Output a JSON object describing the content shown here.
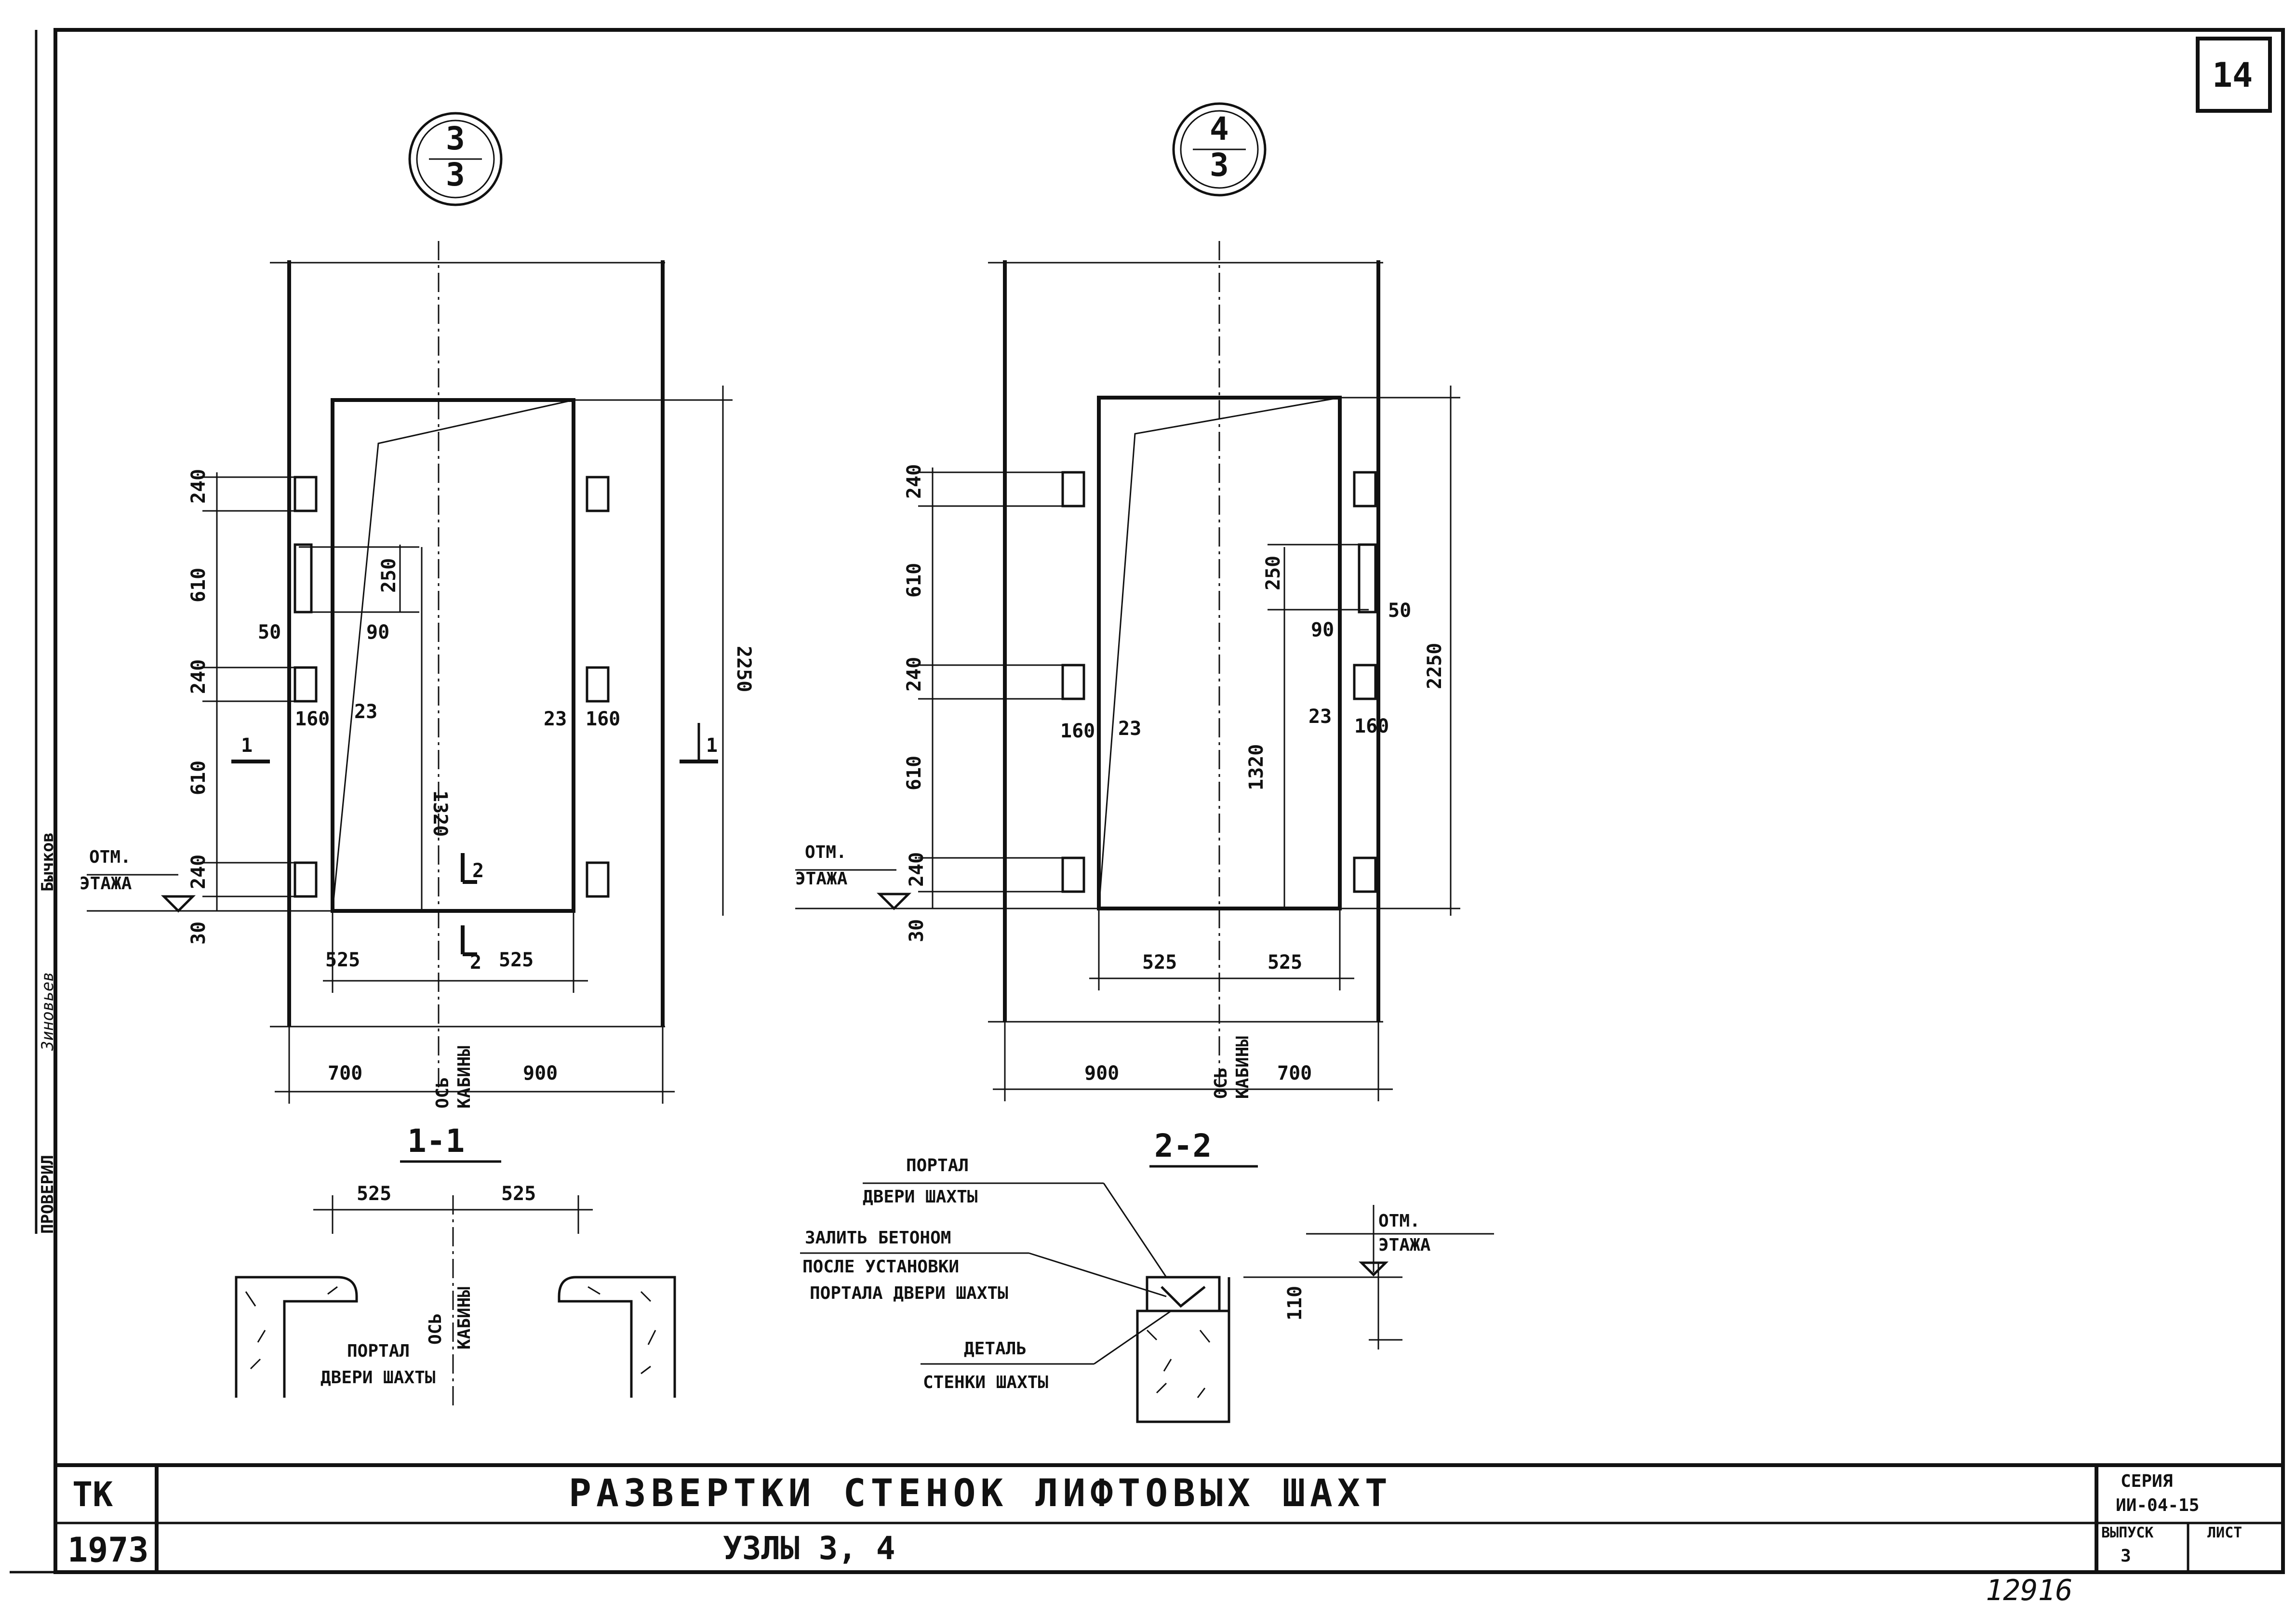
{
  "sheet": {
    "number": "14",
    "archive_number": "12916",
    "side_labels": {
      "check": "ПРОВЕРИЛ",
      "signature": "Зиновьев",
      "performer": "Бычков"
    }
  },
  "title_block": {
    "org": "ТК",
    "year": "1973",
    "title": "РАЗВЕРТКИ СТЕНОК ЛИФТОВЫХ ШАХТ",
    "subtitle": "УЗЛЫ 3, 4",
    "series_label": "СЕРИЯ",
    "series_value": "ИИ-04-15",
    "issue_label": "ВЫПУСК",
    "issue_value": "3",
    "sheet_label": "ЛИСТ"
  },
  "views": {
    "left": {
      "callout_top": "3",
      "callout_bottom": "3",
      "section_title": "1-1",
      "section_mark": "1",
      "dims_v": [
        "240",
        "610",
        "240",
        "610",
        "240",
        "30"
      ],
      "dim_250": "250",
      "dim_90": "90",
      "dim_50": "50",
      "dim_160": "160",
      "dim_23a": "23",
      "dim_23b": "23",
      "dim_160b": "160",
      "dim_1320": "1320",
      "dim_2250": "2250",
      "dim_525a": "525",
      "dim_525b": "525",
      "dim_700": "700",
      "dim_900": "900",
      "cut_mark": "2",
      "axis_label_1": "ОСЬ",
      "axis_label_2": "КАБИНЫ",
      "otm_1": "ОТМ.",
      "otm_2": "ЭТАЖА"
    },
    "right": {
      "callout_top": "4",
      "callout_bottom": "3",
      "section_title": "2-2",
      "dims_v": [
        "240",
        "610",
        "240",
        "610",
        "240",
        "30"
      ],
      "dim_250": "250",
      "dim_90": "90",
      "dim_50": "50",
      "dim_160": "160",
      "dim_23a": "23",
      "dim_23b": "23",
      "dim_160b": "160",
      "dim_1320": "1320",
      "dim_2250": "2250",
      "dim_525a": "525",
      "dim_525b": "525",
      "dim_900": "900",
      "dim_700": "700",
      "axis_label_1": "ОСЬ",
      "axis_label_2": "КАБИНЫ",
      "otm_1": "ОТМ.",
      "otm_2": "ЭТАЖА"
    }
  },
  "detail_left": {
    "dim_525a": "525",
    "dim_525b": "525",
    "axis_label_1": "ОСЬ",
    "axis_label_2": "КАБИНЫ",
    "note_1": "ПОРТАЛ",
    "note_2": "ДВЕРИ ШАХТЫ"
  },
  "detail_right": {
    "portal_1": "ПОРТАЛ",
    "portal_2": "ДВЕРИ ШАХТЫ",
    "fill_1": "ЗАЛИТЬ БЕТОНОМ",
    "fill_2": "ПОСЛЕ УСТАНОВКИ",
    "fill_3": "ПОРТАЛА ДВЕРИ ШАХТЫ",
    "detail_1": "ДЕТАЛЬ",
    "detail_2": "СТЕНКИ ШАХТЫ",
    "otm_1": "ОТМ.",
    "otm_2": "ЭТАЖА",
    "dim_110": "110"
  }
}
